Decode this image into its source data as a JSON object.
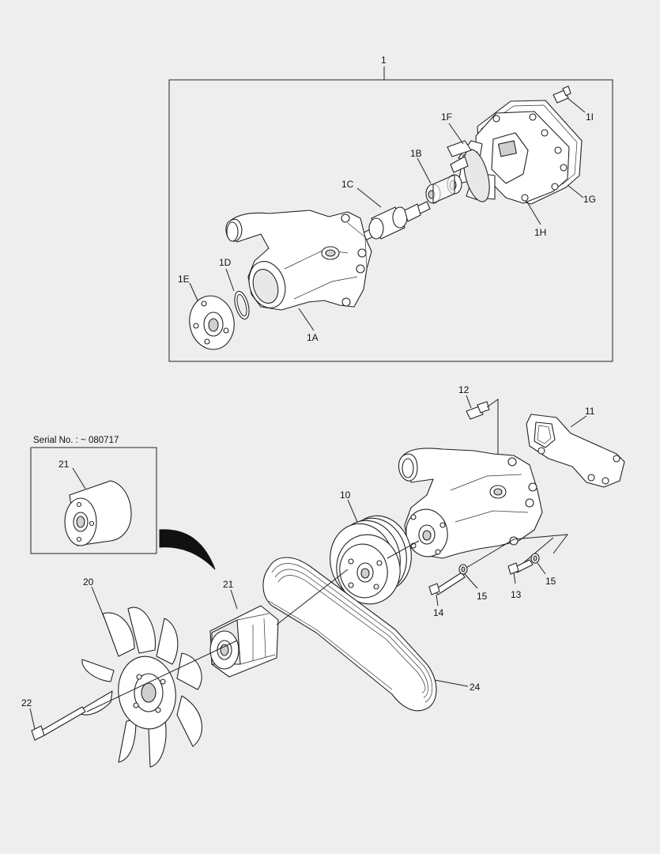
{
  "diagram": {
    "serial_note": "Serial No. : ~ 080717",
    "labels": {
      "p1": "1",
      "p1A": "1A",
      "p1B": "1B",
      "p1C": "1C",
      "p1D": "1D",
      "p1E": "1E",
      "p1F": "1F",
      "p1G": "1G",
      "p1H": "1H",
      "p1I": "1I",
      "p10": "10",
      "p11": "11",
      "p12": "12",
      "p13": "13",
      "p14": "14",
      "p15a": "15",
      "p15b": "15",
      "p20": "20",
      "p21a": "21",
      "p21b": "21",
      "p22": "22",
      "p24": "24"
    }
  }
}
